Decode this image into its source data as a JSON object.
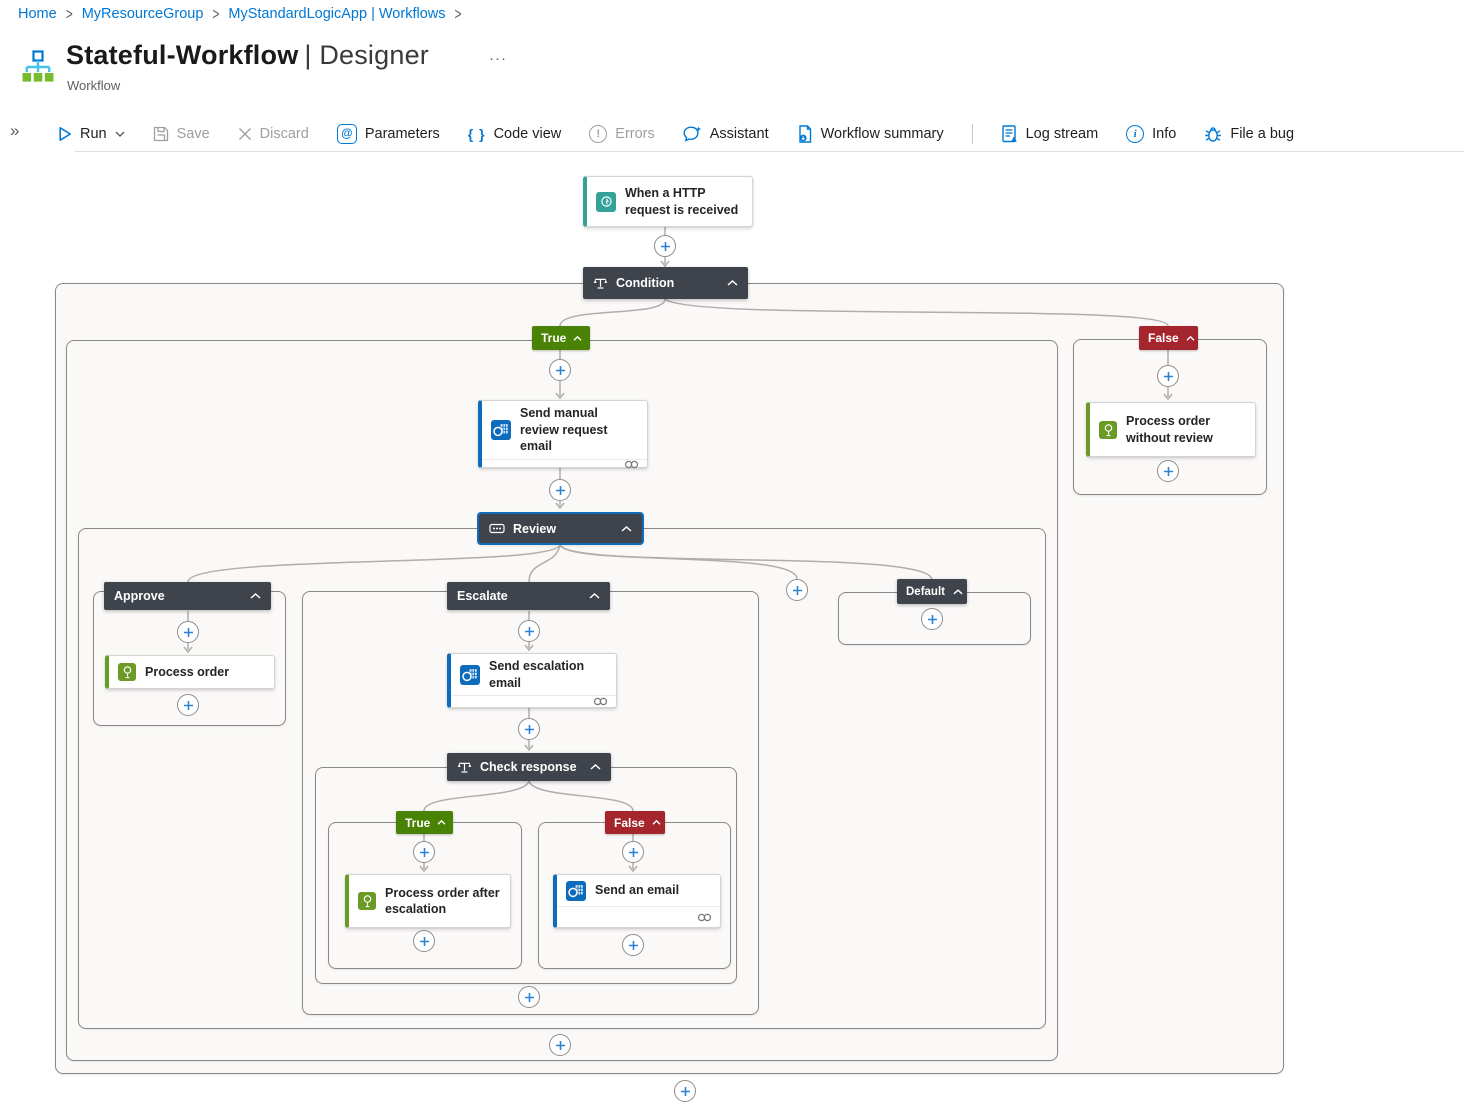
{
  "breadcrumb": {
    "separator": ">",
    "items": [
      {
        "label": "Home"
      },
      {
        "label": "MyResourceGroup"
      },
      {
        "label": "MyStandardLogicApp | Workflows"
      }
    ]
  },
  "header": {
    "title": "Stateful-Workflow",
    "title_rest": "| Designer",
    "subtitle": "Workflow",
    "overflow_glyph": "···"
  },
  "toolbar": {
    "collapse_glyph": "»",
    "run": "Run",
    "save": "Save",
    "discard": "Discard",
    "parameters": "Parameters",
    "parameters_glyph": "@",
    "code_view": "Code view",
    "code_glyph": "{ }",
    "errors": "Errors",
    "errors_glyph": "!",
    "assistant": "Assistant",
    "workflow_summary": "Workflow summary",
    "log_stream": "Log stream",
    "info": "Info",
    "info_glyph": "i",
    "file_a_bug": "File a bug"
  },
  "canvas": {
    "trigger": {
      "label": "When a HTTP request is received"
    },
    "condition": {
      "label": "Condition"
    },
    "true_branch": {
      "label": "True",
      "email_action": {
        "label": "Send manual review request email"
      },
      "switch": {
        "label": "Review"
      },
      "approve": {
        "label": "Approve",
        "action": {
          "label": "Process order"
        }
      },
      "escalate": {
        "label": "Escalate",
        "email_action": {
          "label": "Send escalation email"
        },
        "check": {
          "label": "Check response",
          "true_case": {
            "label": "True",
            "action": {
              "label": "Process order after escalation"
            }
          },
          "false_case": {
            "label": "False",
            "action": {
              "label": "Send an email"
            }
          }
        }
      },
      "default_case": {
        "label": "Default"
      }
    },
    "false_branch": {
      "label": "False",
      "action": {
        "label": "Process order without review"
      }
    }
  },
  "colors": {
    "accent": "#0078d4",
    "true_badge": "#498205",
    "false_badge": "#a4262c",
    "scope_header": "#3f434b",
    "trigger_icon": "#35a299",
    "email_icon": "#0f6cbd",
    "process_icon": "#6b9b26",
    "connector": "#b0aeac"
  }
}
